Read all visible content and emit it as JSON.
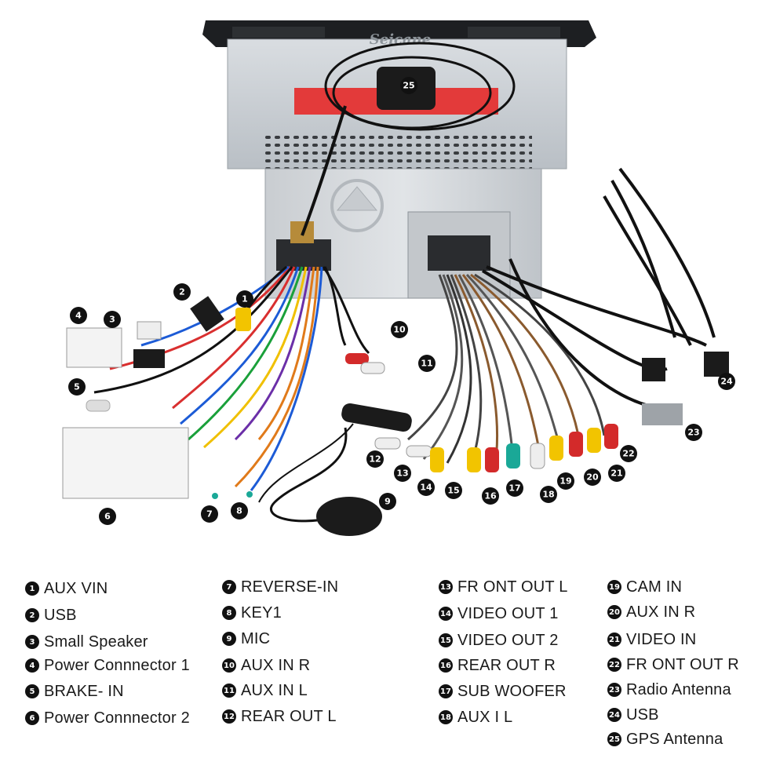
{
  "brand": "Seicane",
  "connectors": [
    {
      "num": "1",
      "label": "AUX VIN"
    },
    {
      "num": "2",
      "label": "USB"
    },
    {
      "num": "3",
      "label": "Small Speaker"
    },
    {
      "num": "4",
      "label": "Power Connnector 1"
    },
    {
      "num": "5",
      "label": "BRAKE- IN"
    },
    {
      "num": "6",
      "label": "Power Connnector 2"
    },
    {
      "num": "7",
      "label": "REVERSE-IN"
    },
    {
      "num": "8",
      "label": "KEY1"
    },
    {
      "num": "9",
      "label": "MIC"
    },
    {
      "num": "10",
      "label": "AUX IN R"
    },
    {
      "num": "11",
      "label": "AUX IN L"
    },
    {
      "num": "12",
      "label": "REAR OUT L"
    },
    {
      "num": "13",
      "label": "FR ONT OUT L"
    },
    {
      "num": "14",
      "label": "VIDEO OUT 1"
    },
    {
      "num": "15",
      "label": "VIDEO OUT 2"
    },
    {
      "num": "16",
      "label": "REAR OUT R"
    },
    {
      "num": "17",
      "label": "SUB WOOFER"
    },
    {
      "num": "18",
      "label": "AUX I L"
    },
    {
      "num": "19",
      "label": "CAM IN"
    },
    {
      "num": "20",
      "label": "AUX IN R"
    },
    {
      "num": "21",
      "label": "VIDEO IN"
    },
    {
      "num": "22",
      "label": "FR ONT OUT R"
    },
    {
      "num": "23",
      "label": "Radio Antenna"
    },
    {
      "num": "24",
      "label": "USB"
    },
    {
      "num": "25",
      "label": "GPS Antenna"
    }
  ],
  "colors": {
    "red": "#d32a2a",
    "white": "#eeeeee",
    "yellow": "#f2c400",
    "teal": "#1aa897",
    "black": "#111111"
  }
}
